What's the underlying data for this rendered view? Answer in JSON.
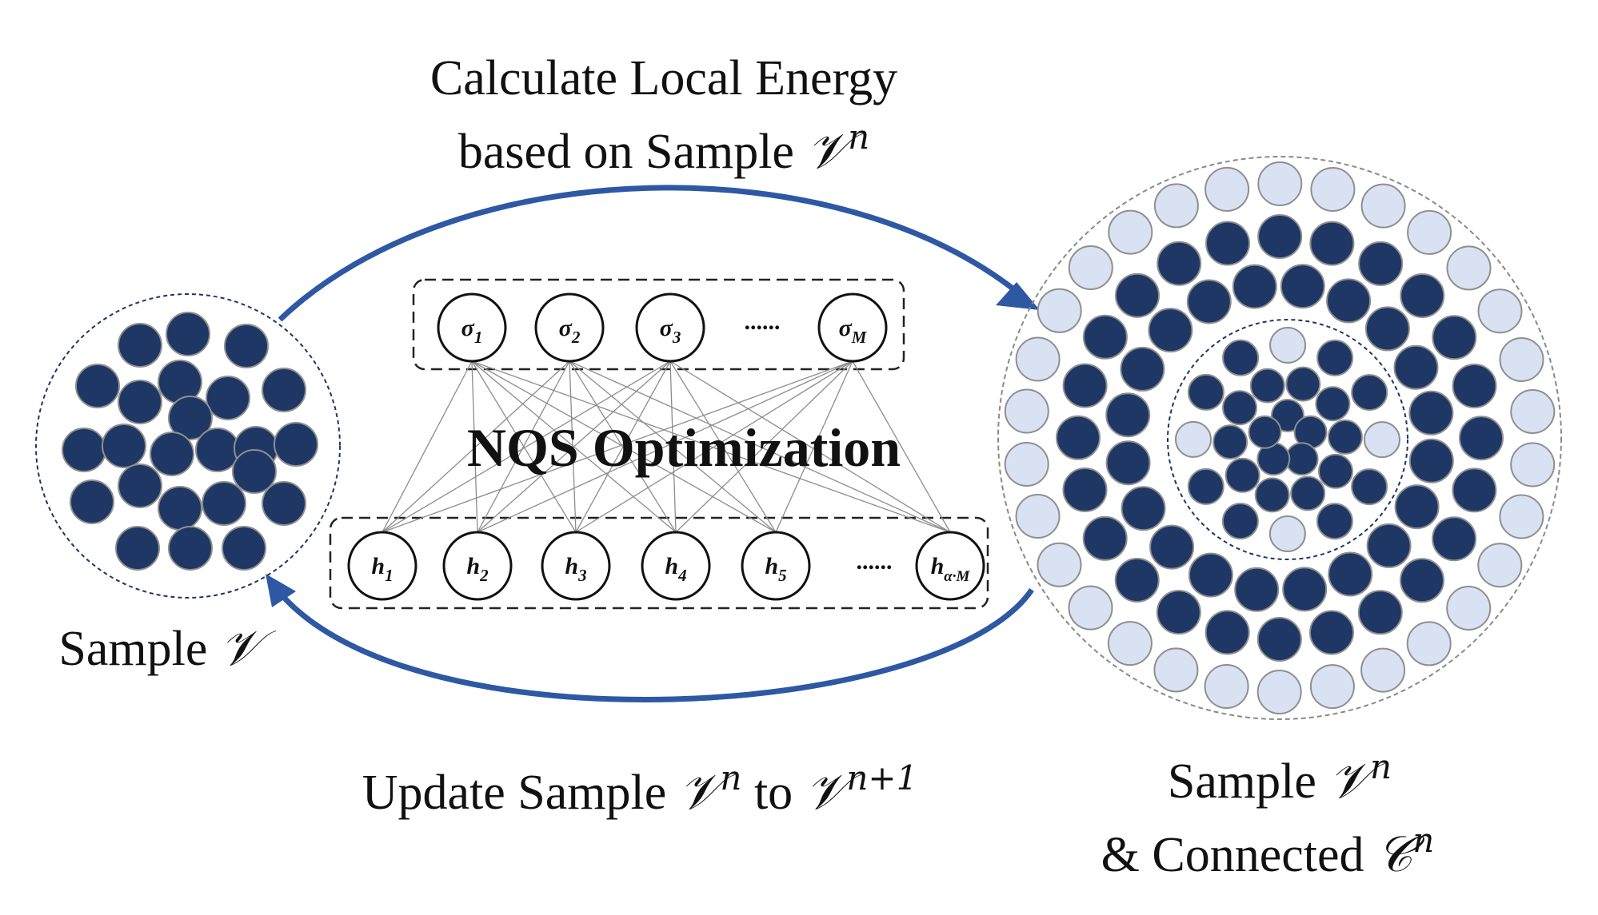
{
  "captions": {
    "top_line1": "Calculate Local Energy",
    "top_line2": "based on Sample ",
    "left": "Sample ",
    "bottom_a": "Update Sample ",
    "bottom_b": " to ",
    "right_line1": "Sample ",
    "right_line2": "& Connected "
  },
  "symbols": {
    "V": "𝒱",
    "C": "𝒞",
    "sup_n": "n",
    "sup_n_plus_1": "n+1"
  },
  "network": {
    "title": "NQS Optimization",
    "visible_units": [
      {
        "base": "σ",
        "sub": "1"
      },
      {
        "base": "σ",
        "sub": "2"
      },
      {
        "base": "σ",
        "sub": "3"
      },
      {
        "base": "σ",
        "sub": "M"
      }
    ],
    "hidden_units": [
      {
        "base": "h",
        "sub": "1"
      },
      {
        "base": "h",
        "sub": "2"
      },
      {
        "base": "h",
        "sub": "3"
      },
      {
        "base": "h",
        "sub": "4"
      },
      {
        "base": "h",
        "sub": "5"
      },
      {
        "base": "h",
        "sub": "α·M"
      }
    ],
    "ellipsis": "......"
  },
  "colors": {
    "arrow": "#2e58a4",
    "particle_dark": "#1e3764",
    "particle_light": "#d9e2f2",
    "particle_stroke": "#8f8f8f",
    "outer_boundary": "#8a8a8a",
    "inner_boundary": "#1f3560",
    "edge": "#8c8c8c"
  }
}
